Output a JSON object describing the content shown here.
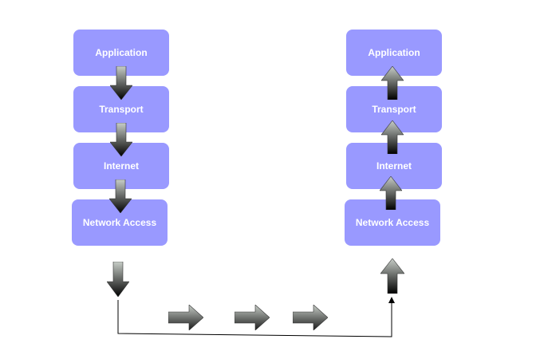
{
  "colors": {
    "layer_fill": "#9999ff",
    "layer_text": "#ffffff",
    "arrow_dark": "#000000",
    "arrow_light": "#c8cec8",
    "connector_line": "#000000"
  },
  "sender_stack": {
    "layers": [
      "Application",
      "Transport",
      "Internet",
      "Network Access"
    ],
    "arrow_direction": "down"
  },
  "receiver_stack": {
    "layers": [
      "Application",
      "Transport",
      "Internet",
      "Network Access"
    ],
    "arrow_direction": "up"
  },
  "transmission": {
    "arrow_icon": "right-arrow-icon",
    "arrow_count": 3
  }
}
